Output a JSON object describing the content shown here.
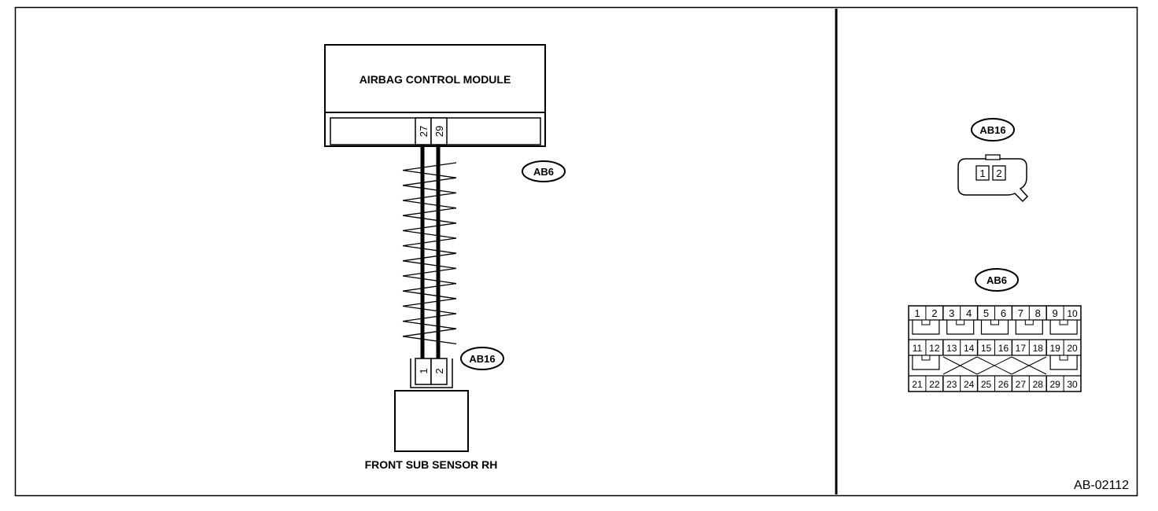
{
  "diagram_id": "AB-02112",
  "airbag_module": {
    "label": "AIRBAG CONTROL MODULE",
    "pins": [
      "27",
      "29"
    ]
  },
  "module_connector_tag": "AB6",
  "sensor_connector_tag": "AB16",
  "sensor": {
    "label": "FRONT SUB SENSOR RH",
    "pins": [
      "1",
      "2"
    ]
  },
  "connector_views": {
    "ab16": {
      "tag": "AB16",
      "pins": [
        "1",
        "2"
      ]
    },
    "ab6": {
      "tag": "AB6",
      "row1": [
        "1",
        "2",
        "3",
        "4",
        "5",
        "6",
        "7",
        "8",
        "9",
        "10"
      ],
      "row2": [
        "11",
        "12",
        "13",
        "14",
        "15",
        "16",
        "17",
        "18",
        "19",
        "20"
      ],
      "row3": [
        "21",
        "22",
        "23",
        "24",
        "25",
        "26",
        "27",
        "28",
        "29",
        "30"
      ]
    }
  }
}
